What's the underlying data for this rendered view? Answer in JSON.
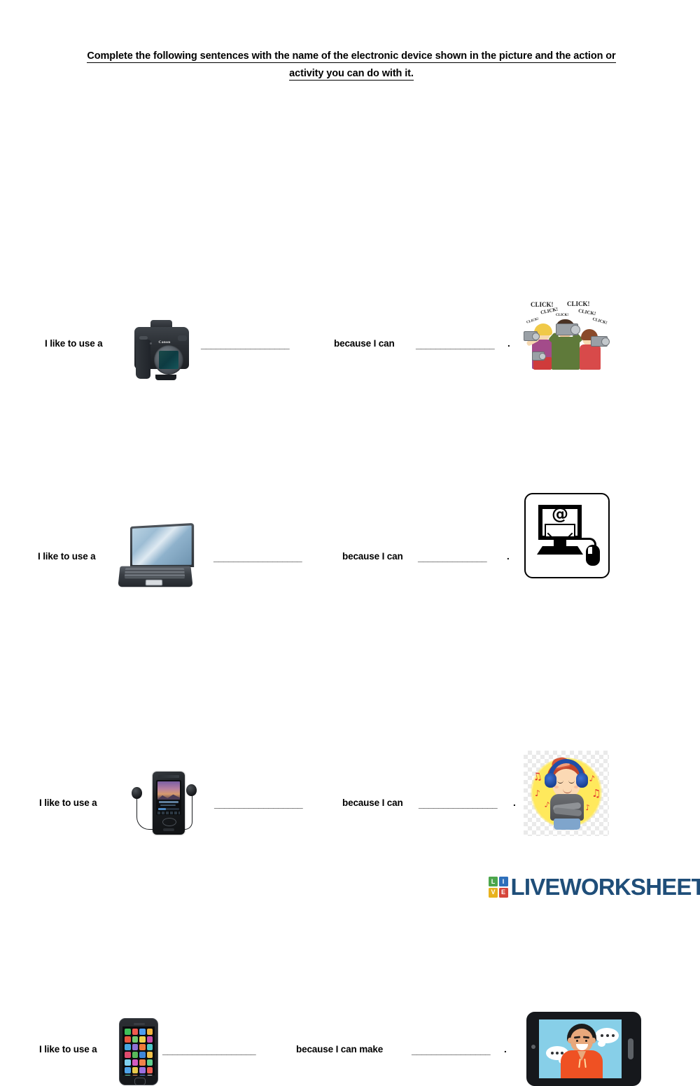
{
  "title": {
    "line1": "Complete the following sentences with the name of the electronic device shown in the picture and the action or",
    "line2": "activity you can do with it."
  },
  "rows": [
    {
      "prompt": "I like to use a",
      "blank1": "__________________",
      "middle": "because I can",
      "blank2": "________________",
      "period": ".",
      "device_icon": "camera-icon",
      "device_name": "camera",
      "device_brand": "Canon",
      "clipart_icon": "paparazzi-photographers-icon",
      "clipart_name": "photographers taking pictures",
      "clipart_text": [
        "CLICK!",
        "CLICK!",
        "CLICK!",
        "CLICK!",
        "CLICK!",
        "CLICK!",
        "CLICK!"
      ]
    },
    {
      "prompt": "I like to use a",
      "blank1": "__________________",
      "middle": "because I can",
      "blank2": "______________",
      "period": ".",
      "device_icon": "laptop-icon",
      "device_name": "laptop computer",
      "clipart_icon": "email-computer-icon",
      "clipart_name": "computer with email at sign and envelope",
      "clipart_text": [
        "@"
      ]
    },
    {
      "prompt": "I like to use a",
      "blank1": "__________________",
      "middle": "because I can",
      "blank2": "________________",
      "period": ".",
      "device_icon": "mp3-player-icon",
      "device_name": "mp3 player with earphones",
      "clipart_icon": "boy-listening-music-icon",
      "clipart_name": "boy with headphones listening to music",
      "clipart_text": []
    },
    {
      "prompt": "I like to use a",
      "blank1": "___________________",
      "middle": "because I can make",
      "blank2": "________________",
      "period": ".",
      "device_icon": "smartphone-icon",
      "device_name": "smartphone",
      "clipart_icon": "video-call-icon",
      "clipart_name": "smartphone showing a video call",
      "clipart_text": []
    }
  ],
  "footer": {
    "logo_blocks": [
      {
        "letter": "L",
        "color": "#4CA64C"
      },
      {
        "letter": "I",
        "color": "#2E6FBA"
      },
      {
        "letter": "V",
        "color": "#E8B21E"
      },
      {
        "letter": "E",
        "color": "#D6453A"
      }
    ],
    "wordmark": "LIVEWORKSHEETS",
    "wordmark_color": "#1F4E79"
  },
  "colors": {
    "page_background": "#ffffff",
    "text": "#000000",
    "camera_body": "#2a2e33",
    "camera_sensor": "#123f44",
    "laptop_screen": "#9dbdd4",
    "headphones_blue": "#1f4ea8",
    "music_note_red": "#e23b2e",
    "music_glow_yellow": "#ffe95c",
    "hoodie_orange": "#ef5123",
    "videocall_background": "#87cfe8"
  },
  "phone_apps": [
    "#3fbf5a",
    "#f05a4f",
    "#4e9df0",
    "#f2b33d",
    "#e8573f",
    "#6fc96f",
    "#f0d24b",
    "#c94fa8",
    "#46a7e0",
    "#8e6fd4",
    "#f07b3a",
    "#4dc9c9",
    "#e04b6e",
    "#58b95a",
    "#3f86d8",
    "#efc04a",
    "#7fd0f0",
    "#d45ac0",
    "#f0824a",
    "#5ecf8e",
    "#4fa3e8",
    "#e8ca4b",
    "#9b6fe0",
    "#ee5f52",
    "#6ed0a8",
    "#f2955c",
    "#5b8ee8",
    "#d9d9d9"
  ]
}
